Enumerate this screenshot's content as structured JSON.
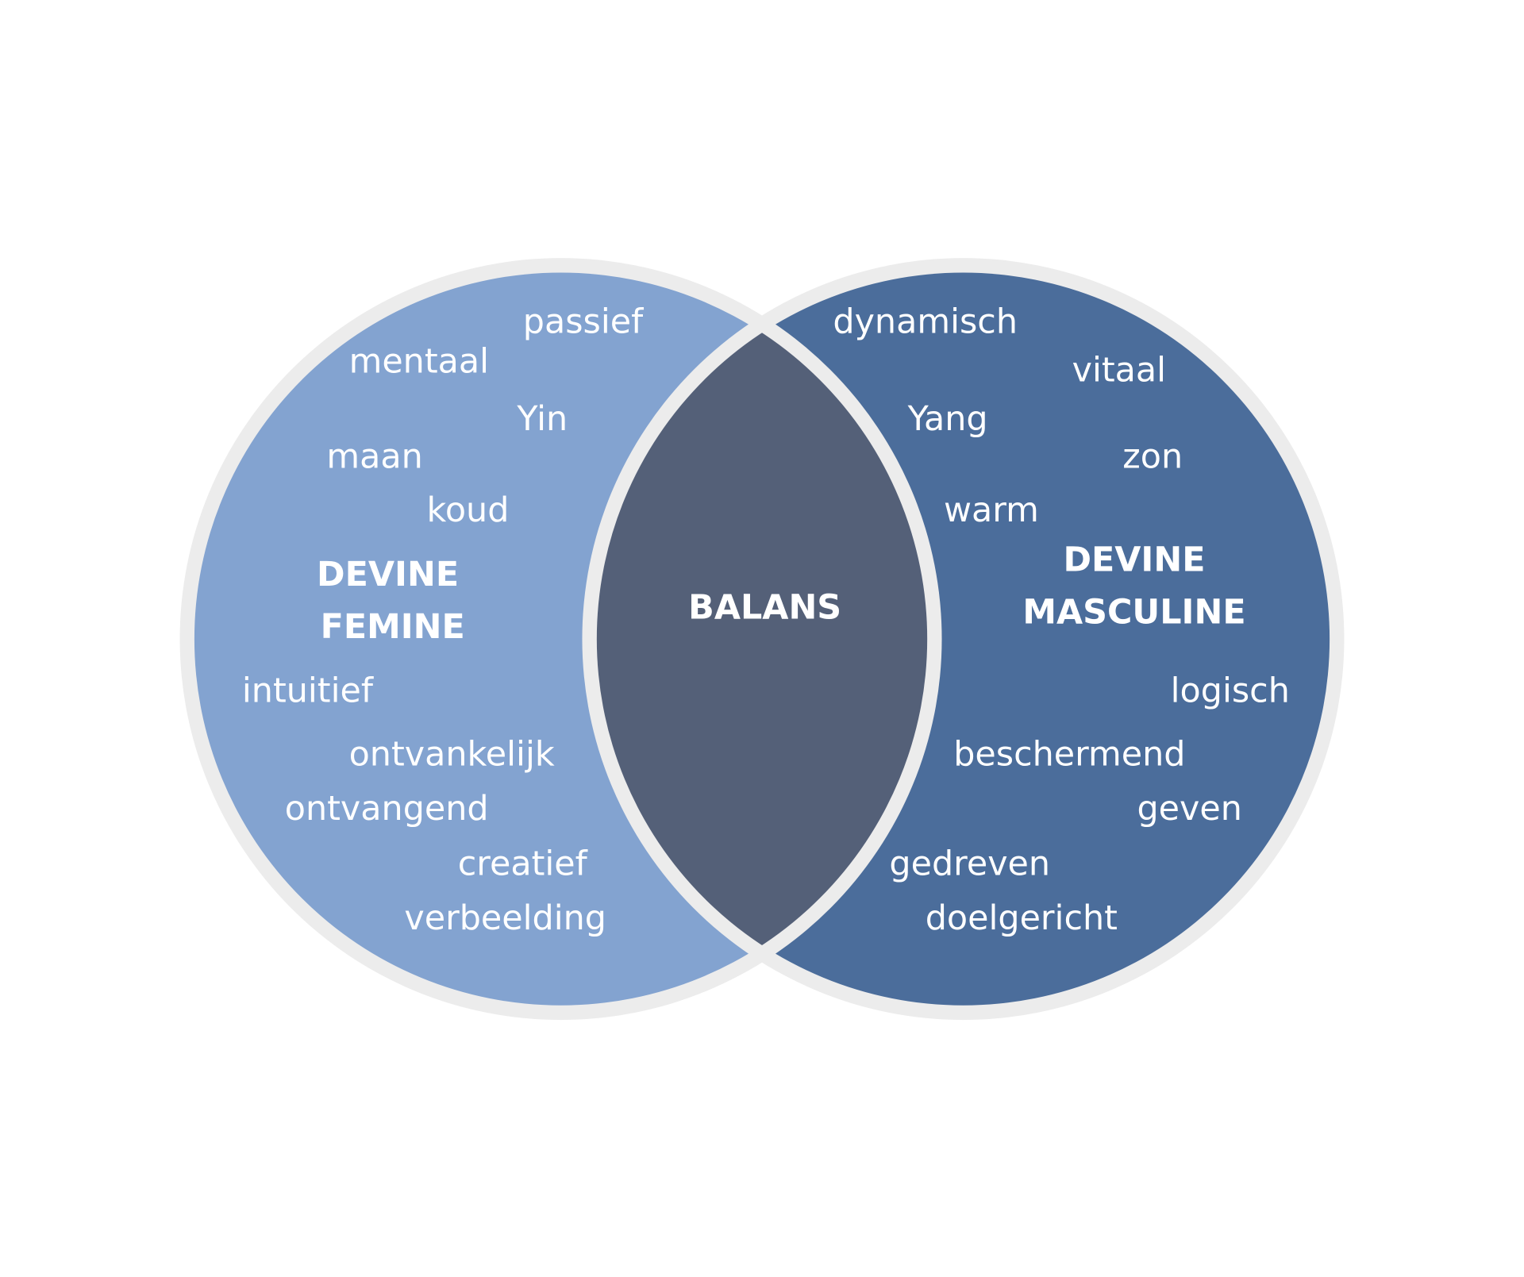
{
  "left": {
    "title_line1": "DEVINE",
    "title_line2": "FEMINE",
    "words": [
      "passief",
      "mentaal",
      "Yin",
      "maan",
      "koud",
      "intuitief",
      "ontvankelijk",
      "ontvangend",
      "creatief",
      "verbeelding"
    ]
  },
  "right": {
    "title_line1": "DEVINE",
    "title_line2": "MASCULINE",
    "words": [
      "dynamisch",
      "vitaal",
      "Yang",
      "zon",
      "warm",
      "logisch",
      "beschermend",
      "geven",
      "gedreven",
      "doelgericht"
    ]
  },
  "center": {
    "label": "BALANS"
  },
  "colors": {
    "left": "#83a3d0",
    "right": "#4b6d9b",
    "overlap": "#546078",
    "border": "#ececec"
  }
}
